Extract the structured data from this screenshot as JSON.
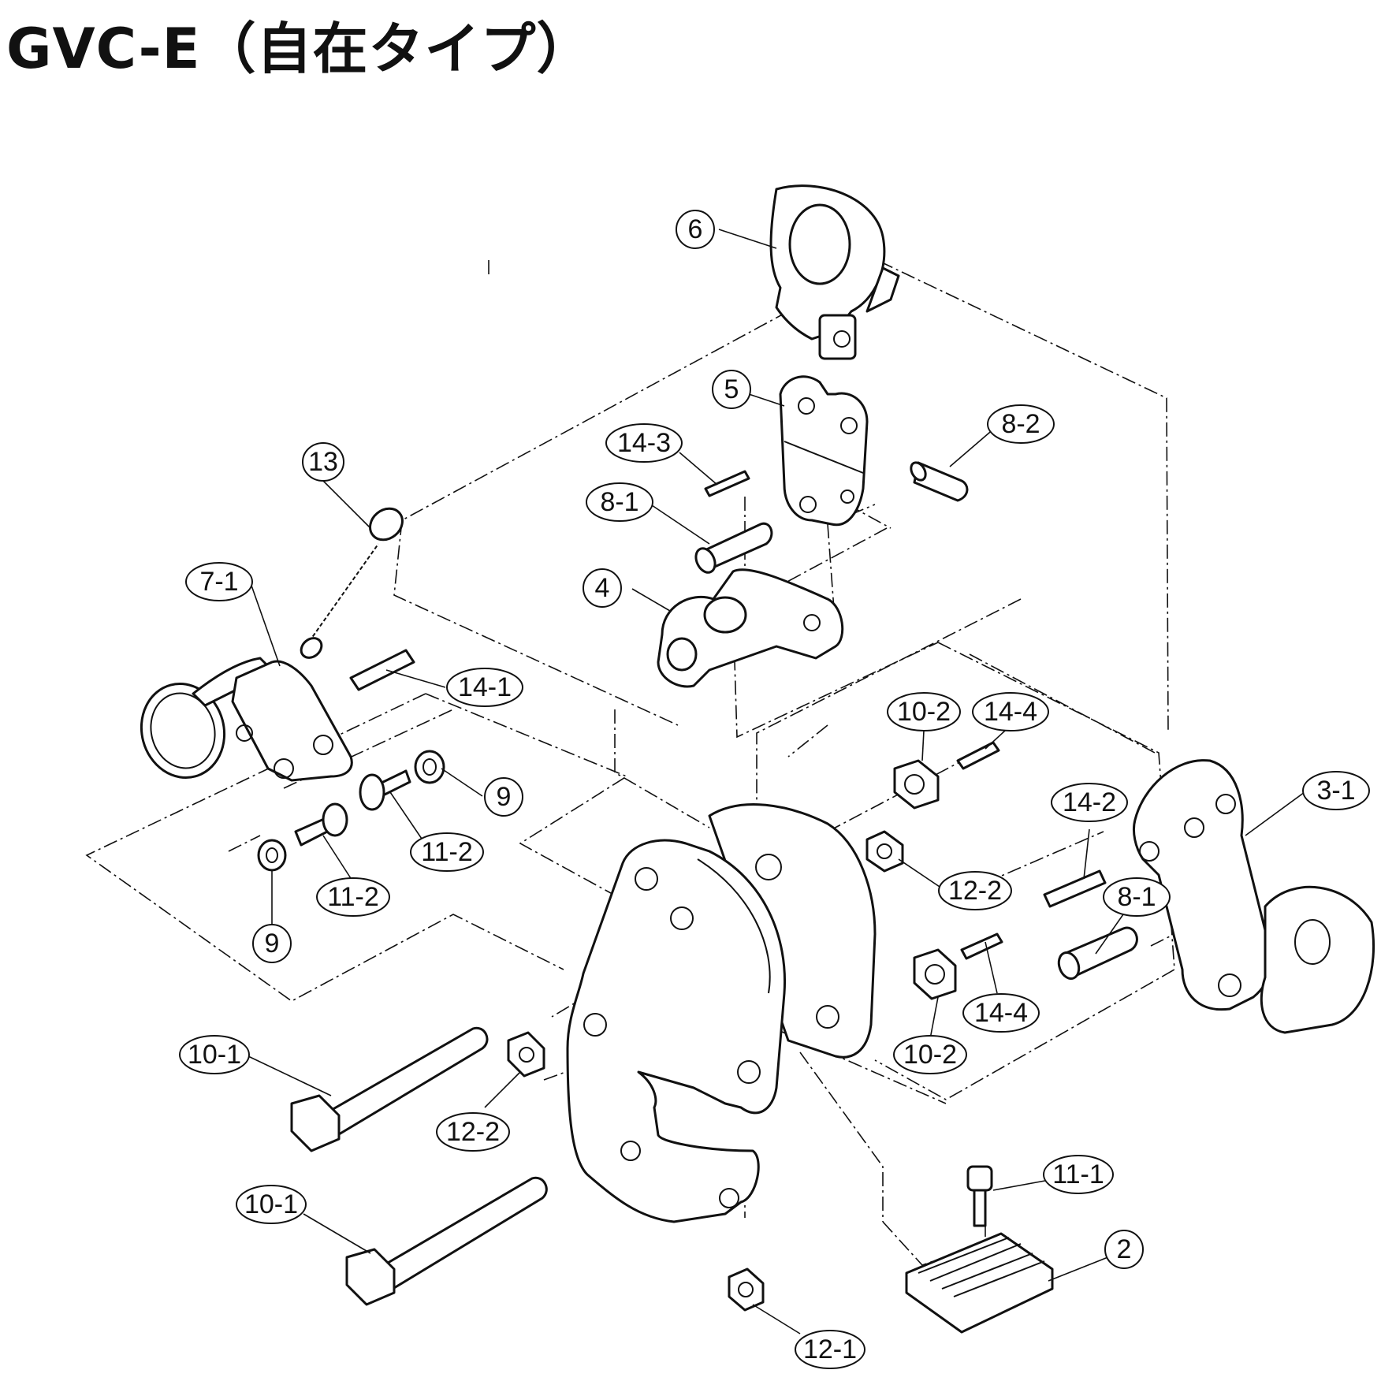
{
  "title": "GVC-E（自在タイプ）",
  "callouts": [
    {
      "id": "c6",
      "label": "6"
    },
    {
      "id": "c5",
      "label": "5"
    },
    {
      "id": "c14-3",
      "label": "14-3"
    },
    {
      "id": "c8-2",
      "label": "8-2"
    },
    {
      "id": "c8-1a",
      "label": "8-1"
    },
    {
      "id": "c13",
      "label": "13"
    },
    {
      "id": "c4",
      "label": "4"
    },
    {
      "id": "c7-1",
      "label": "7-1"
    },
    {
      "id": "c14-1",
      "label": "14-1"
    },
    {
      "id": "c10-2a",
      "label": "10-2"
    },
    {
      "id": "c14-4a",
      "label": "14-4"
    },
    {
      "id": "c9a",
      "label": "9"
    },
    {
      "id": "c11-2a",
      "label": "11-2"
    },
    {
      "id": "c11-2b",
      "label": "11-2"
    },
    {
      "id": "c9b",
      "label": "9"
    },
    {
      "id": "c3-1",
      "label": "3-1"
    },
    {
      "id": "c14-2",
      "label": "14-2"
    },
    {
      "id": "c12-2a",
      "label": "12-2"
    },
    {
      "id": "c8-1b",
      "label": "8-1"
    },
    {
      "id": "c14-4b",
      "label": "14-4"
    },
    {
      "id": "c10-2b",
      "label": "10-2"
    },
    {
      "id": "c10-1a",
      "label": "10-1"
    },
    {
      "id": "c12-2b",
      "label": "12-2"
    },
    {
      "id": "c10-1b",
      "label": "10-1"
    },
    {
      "id": "c11-1",
      "label": "11-1"
    },
    {
      "id": "c2",
      "label": "2"
    },
    {
      "id": "c12-1",
      "label": "12-1"
    }
  ]
}
